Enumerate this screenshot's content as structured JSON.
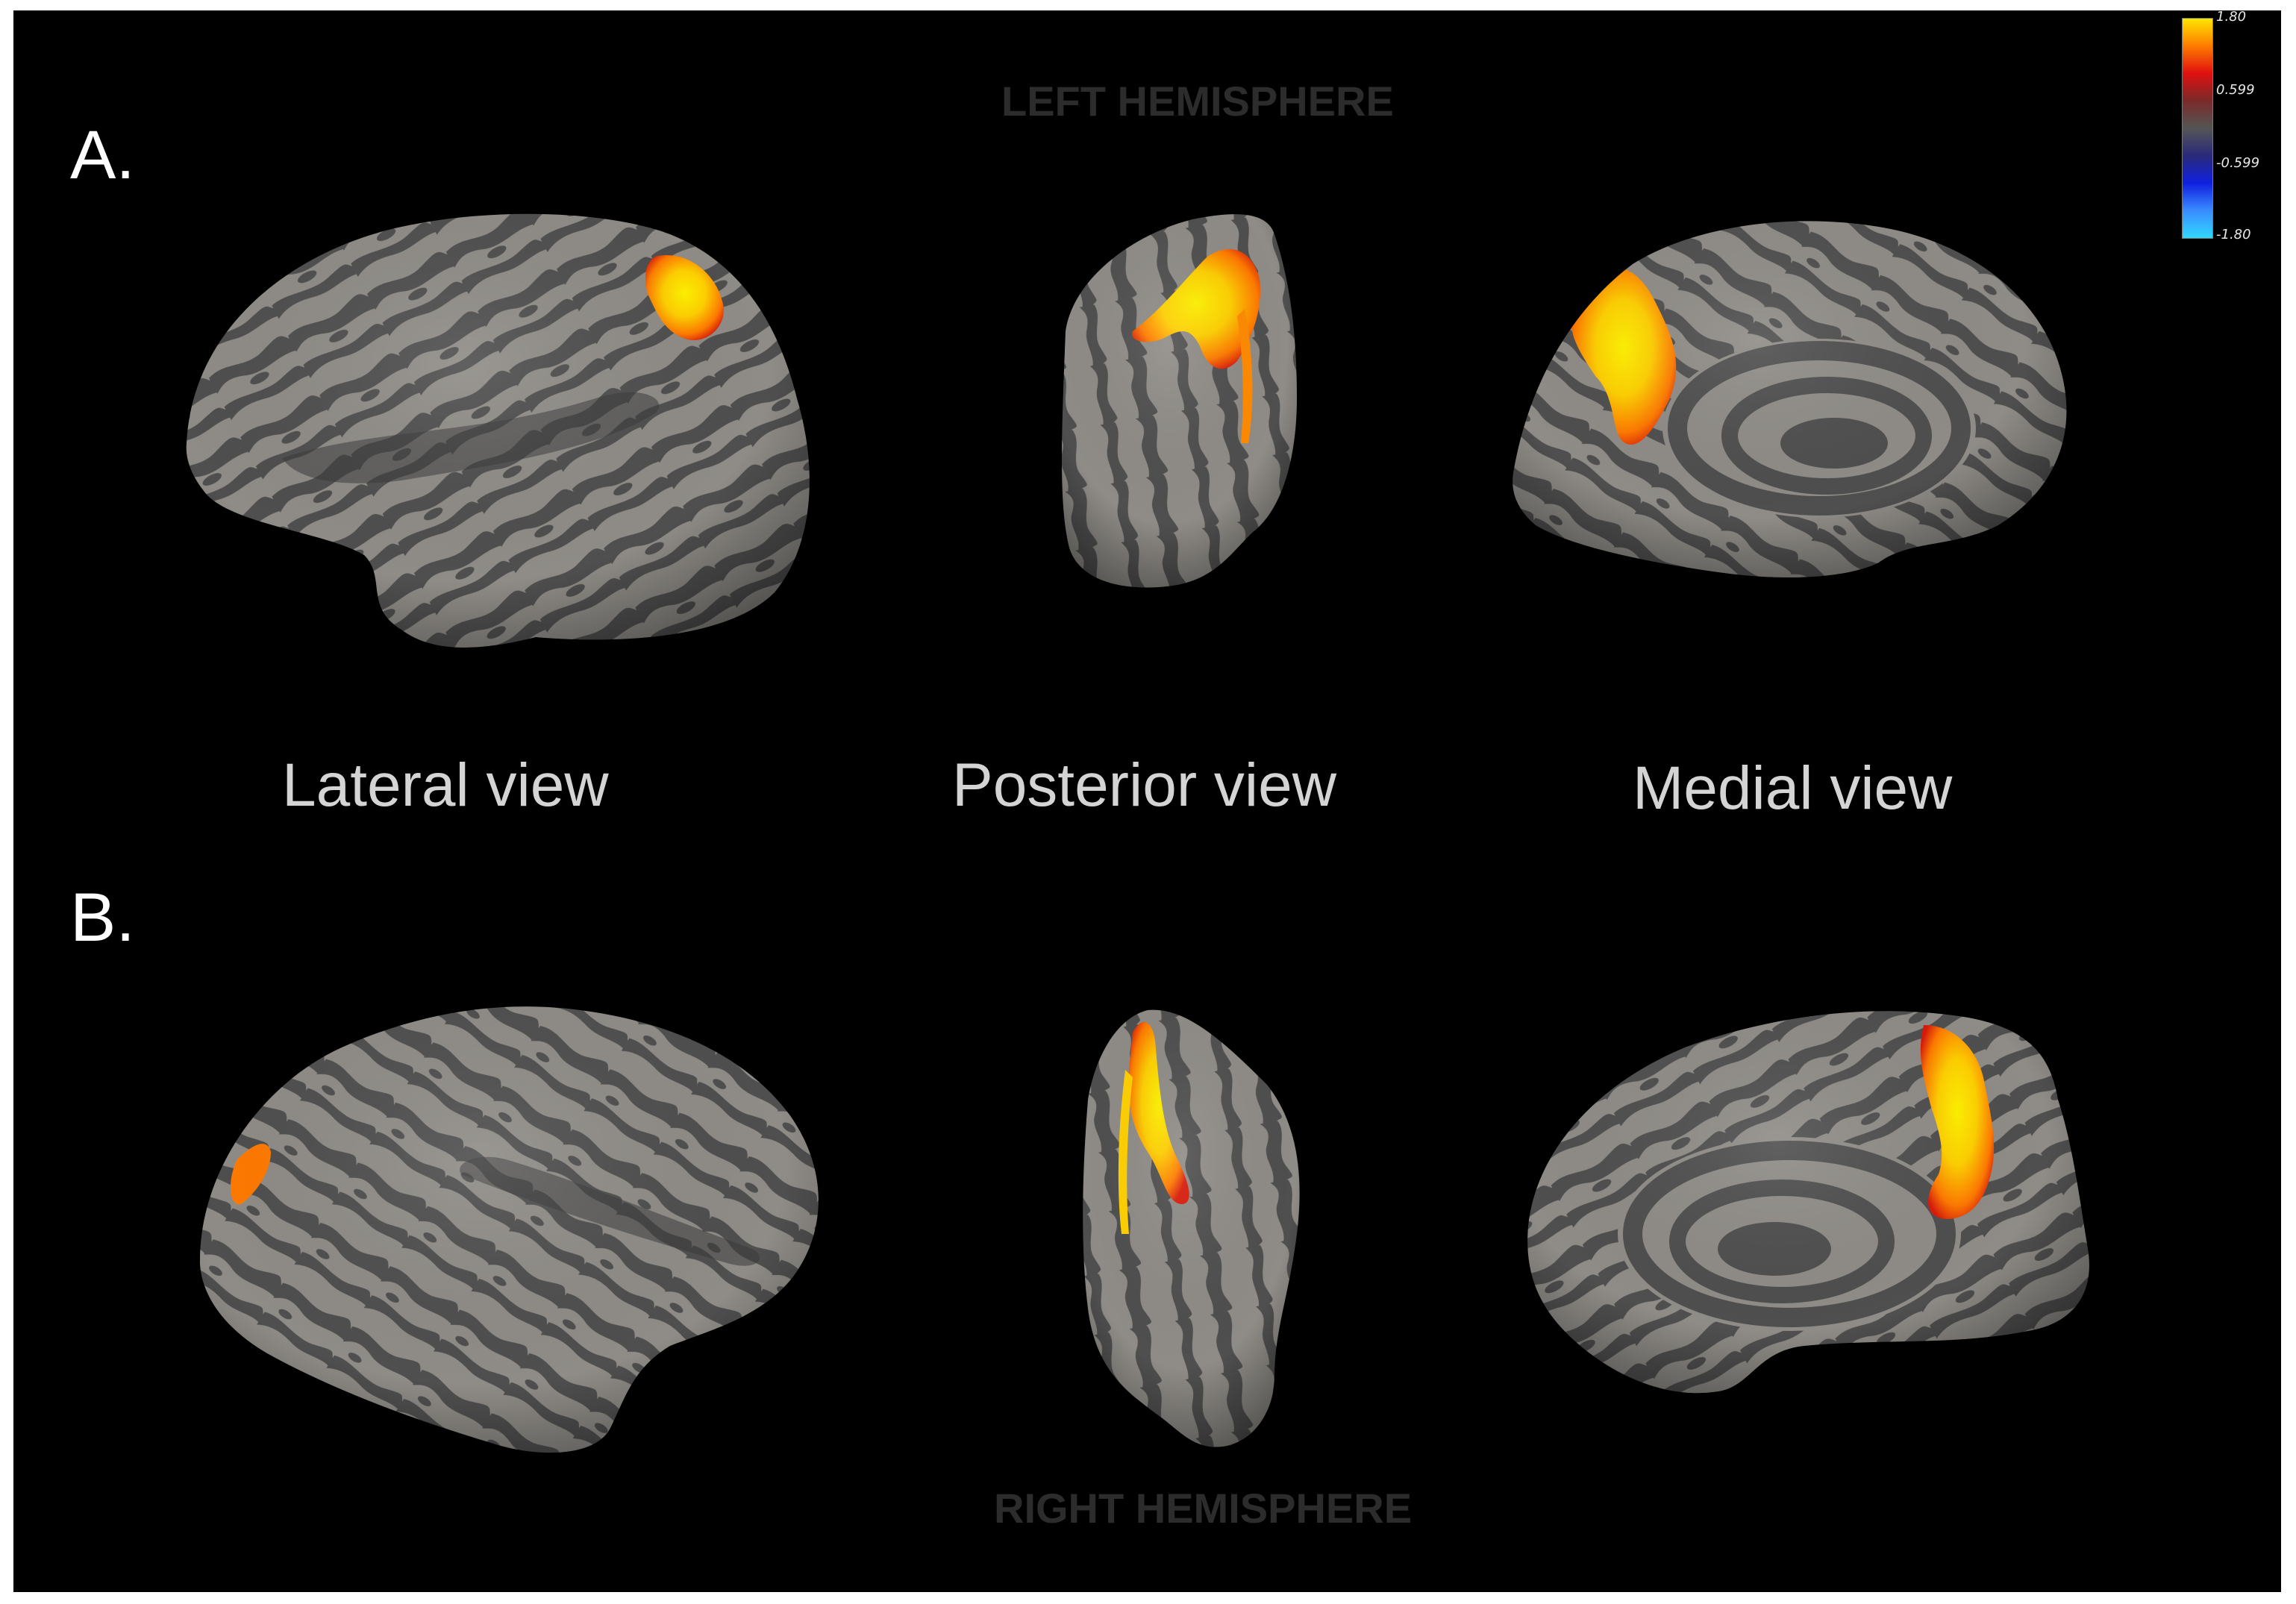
{
  "figure": {
    "panel_a_label": "A.",
    "panel_b_label": "B.",
    "left_hemisphere_title": "LEFT HEMISPHERE",
    "right_hemisphere_title": "RIGHT HEMISPHERE",
    "views": {
      "lateral": "Lateral view",
      "posterior": "Posterior view",
      "medial": "Medial view"
    }
  },
  "colorbar": {
    "ticks": [
      "1.80",
      "0.599",
      "-0.599",
      "-1.80"
    ],
    "gradient_colors": [
      "#ffe600",
      "#ff7a00",
      "#e01010",
      "#7a2a2a",
      "#555555",
      "#2a2a7a",
      "#1020e0",
      "#3a8cff",
      "#30d8ff"
    ]
  },
  "colors": {
    "background": "#000000",
    "sulcus": "#4f4f4f",
    "gyrus": "#8f8c87",
    "activation_hot": "#ffe800",
    "activation_mid": "#ff8a00",
    "activation_edge": "#d81a0a"
  }
}
